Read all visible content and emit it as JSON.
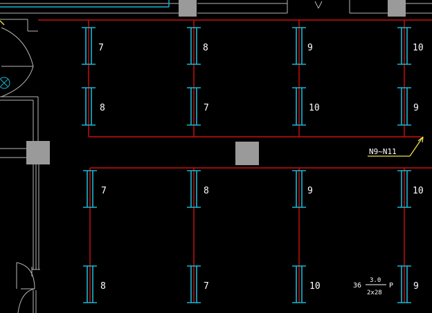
{
  "drawing": {
    "colors": {
      "background": "#000000",
      "circuit_line": "#cc1111",
      "fixture": "#19b8d6",
      "wall": "#b8b8b8",
      "column": "#9a9a9a",
      "leader": "#f0e04a",
      "text": "#ffffff",
      "cyan_wall": "#19b8d6"
    },
    "fixtures": {
      "row1": [
        "7",
        "8",
        "9",
        "10"
      ],
      "row2": [
        "8",
        "7",
        "10",
        "9"
      ],
      "row3": [
        "7",
        "8",
        "9",
        "10"
      ],
      "row4": [
        "8",
        "7",
        "10",
        "9"
      ]
    },
    "circuit_label": "N9~N11",
    "fixture_spec": {
      "count": "36",
      "numerator": "3.0",
      "denominator": "2x28",
      "mount": "P"
    },
    "icons": [
      "door-swing-icon",
      "column-icon",
      "light-fixture-icon",
      "leader-arrow-icon"
    ]
  }
}
